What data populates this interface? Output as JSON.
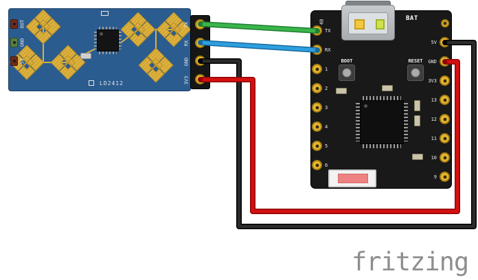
{
  "watermark": {
    "label": "fritzing",
    "color": "#8e8e8e"
  },
  "sensor_board": {
    "pcb_color": "#2b5c8f",
    "antenna_color": "#dcb13d",
    "silkscreen_label": "LD2412",
    "aux_pads": [
      {
        "label": "OUT"
      },
      {
        "label": "GND"
      },
      {
        "label": "5V"
      }
    ],
    "header_pins": [
      {
        "label": "TX"
      },
      {
        "label": "RX"
      },
      {
        "label": "GND"
      },
      {
        "label": "3V3"
      }
    ]
  },
  "mcu_board": {
    "pcb_color": "#191919",
    "bat_label": "BAT",
    "corner_label": "4B",
    "boot_button_label": "BOOT",
    "reset_button_label": "RESET",
    "left_pin_labels": [
      "TX",
      "RX",
      "1",
      "2",
      "3",
      "4",
      "5",
      "6"
    ],
    "right_pin_labels": [
      "5V",
      "GND",
      "3V3",
      "13",
      "12",
      "11",
      "10",
      "9"
    ]
  },
  "wires": [
    {
      "name": "uart-tx-wire",
      "color": "#3ab54a",
      "edge": "#1f7e31",
      "from": "sensor TX",
      "to": "mcu left pin 1"
    },
    {
      "name": "uart-rx-wire",
      "color": "#2e9fe0",
      "edge": "#176a9c",
      "from": "sensor RX",
      "to": "mcu left pin 2"
    },
    {
      "name": "ground-wire",
      "color": "#2b2b2b",
      "edge": "#000000",
      "from": "sensor GND",
      "to": "mcu right pin 1"
    },
    {
      "name": "power-wire",
      "color": "#d41010",
      "edge": "#8e0404",
      "from": "sensor 3V3",
      "to": "mcu right pin 2"
    }
  ]
}
